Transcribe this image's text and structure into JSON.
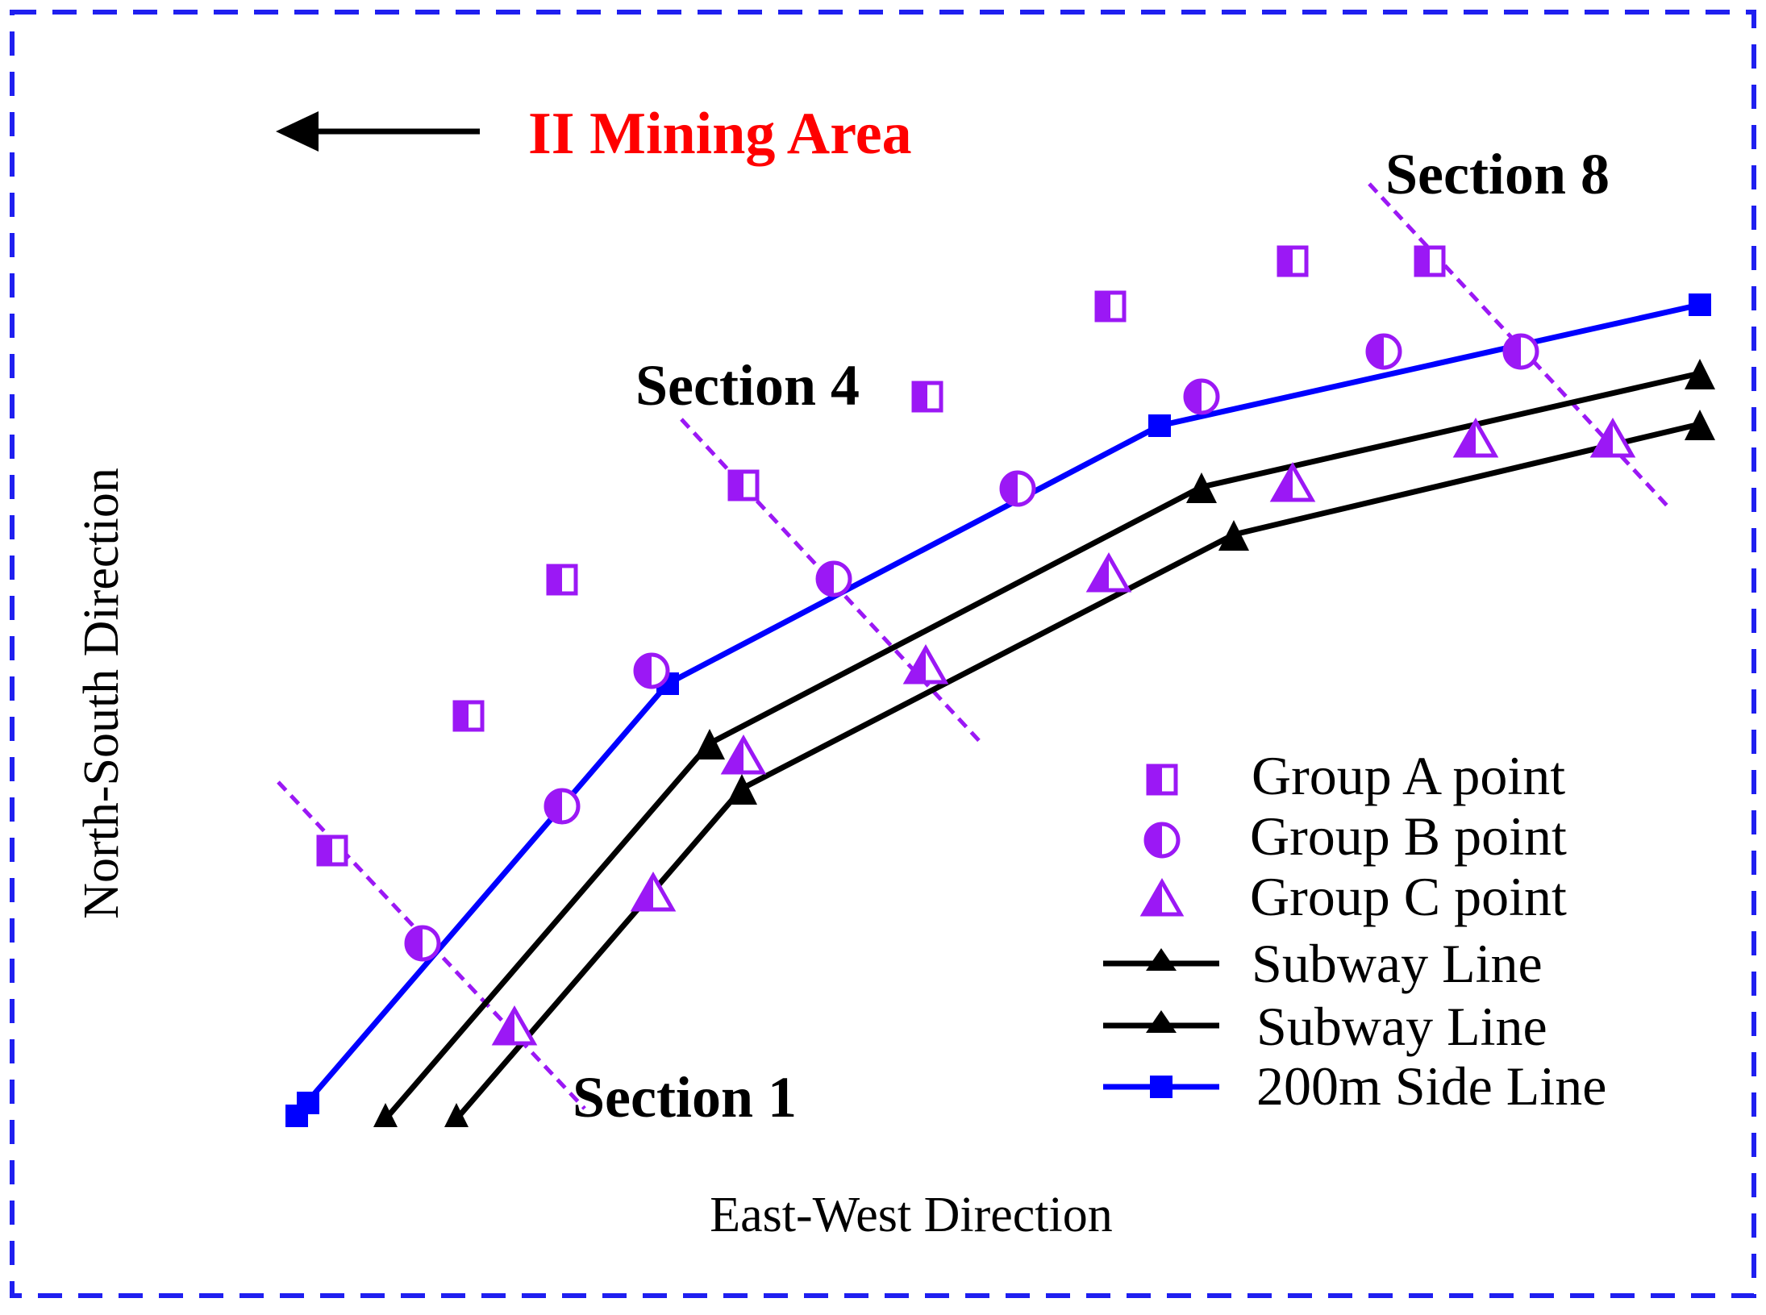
{
  "diagram": {
    "mining_area_label": "II Mining Area",
    "sections": {
      "s1": "Section 1",
      "s4": "Section 4",
      "s8": "Section 8"
    },
    "axes": {
      "x_label": "East-West Direction",
      "y_label": "North-South Direction"
    },
    "legend": {
      "group_a": "Group A point",
      "group_b": "Group B point",
      "group_c": "Group C point",
      "subway_1": "Subway Line",
      "subway_2": "Subway Line",
      "side_line": "200m Side Line"
    },
    "colors": {
      "frame": "#1f1ff0",
      "side_line": "#0000ff",
      "subway": "#000000",
      "points": "#9b18f5",
      "section_line": "#9b18f5",
      "mining_label": "#ff0000"
    }
  }
}
